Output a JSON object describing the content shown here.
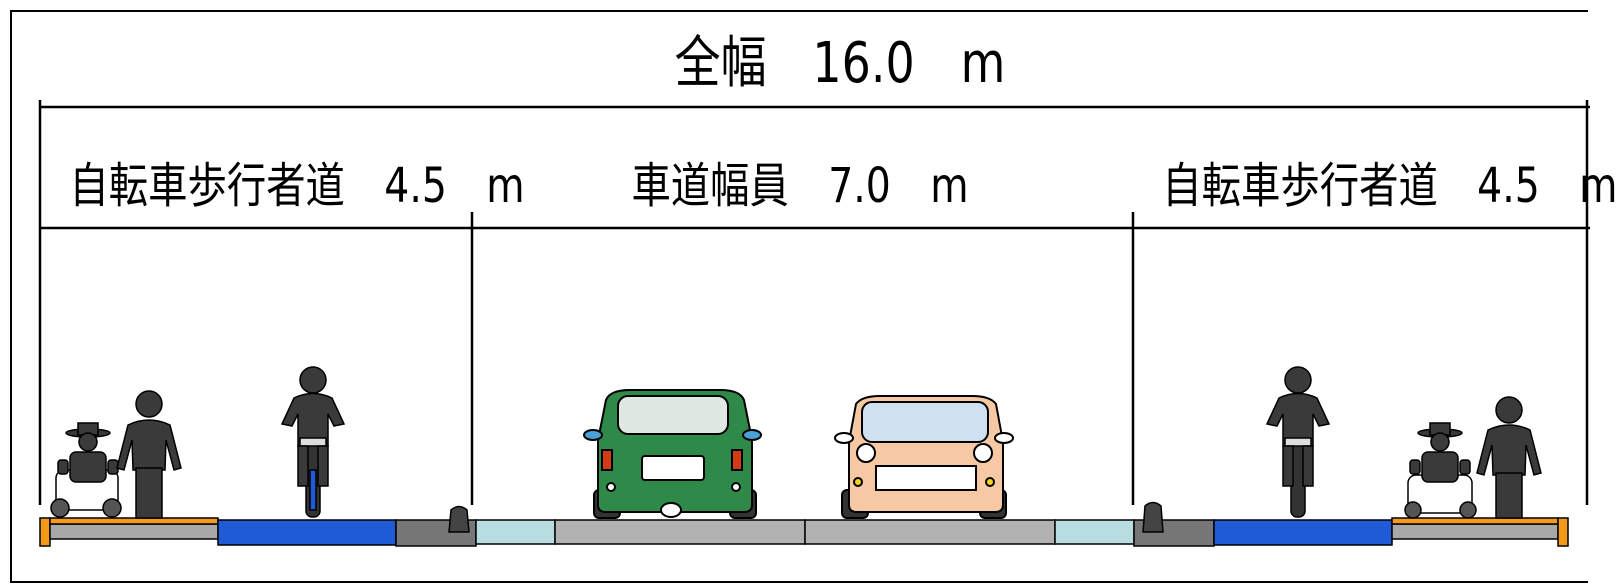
{
  "dimensions": {
    "total": "全幅　16.0　m",
    "left_walkway": "自転車歩行者道　4.5　m",
    "carriageway": "車道幅員　7.0　m",
    "right_walkway": "自転車歩行者道　4.5　m"
  },
  "colors": {
    "walk_gray": "#a8a8a8",
    "bike_lane_blue": "#1f5bd6",
    "shoulder_light_blue": "#b8dde0",
    "road_gray": "#b2b2b2",
    "curb_dark": "#777777",
    "edge_orange": "#f39a1a",
    "green_car": "#2f8a4a",
    "peach_car": "#f6c9a4",
    "figure_dark": "#3a3a3a"
  },
  "icons": [
    "wheelchair-user-icon",
    "pedestrian-icon",
    "cyclist-icon",
    "green-car-rear-icon",
    "peach-car-front-icon",
    "bollard-icon"
  ]
}
